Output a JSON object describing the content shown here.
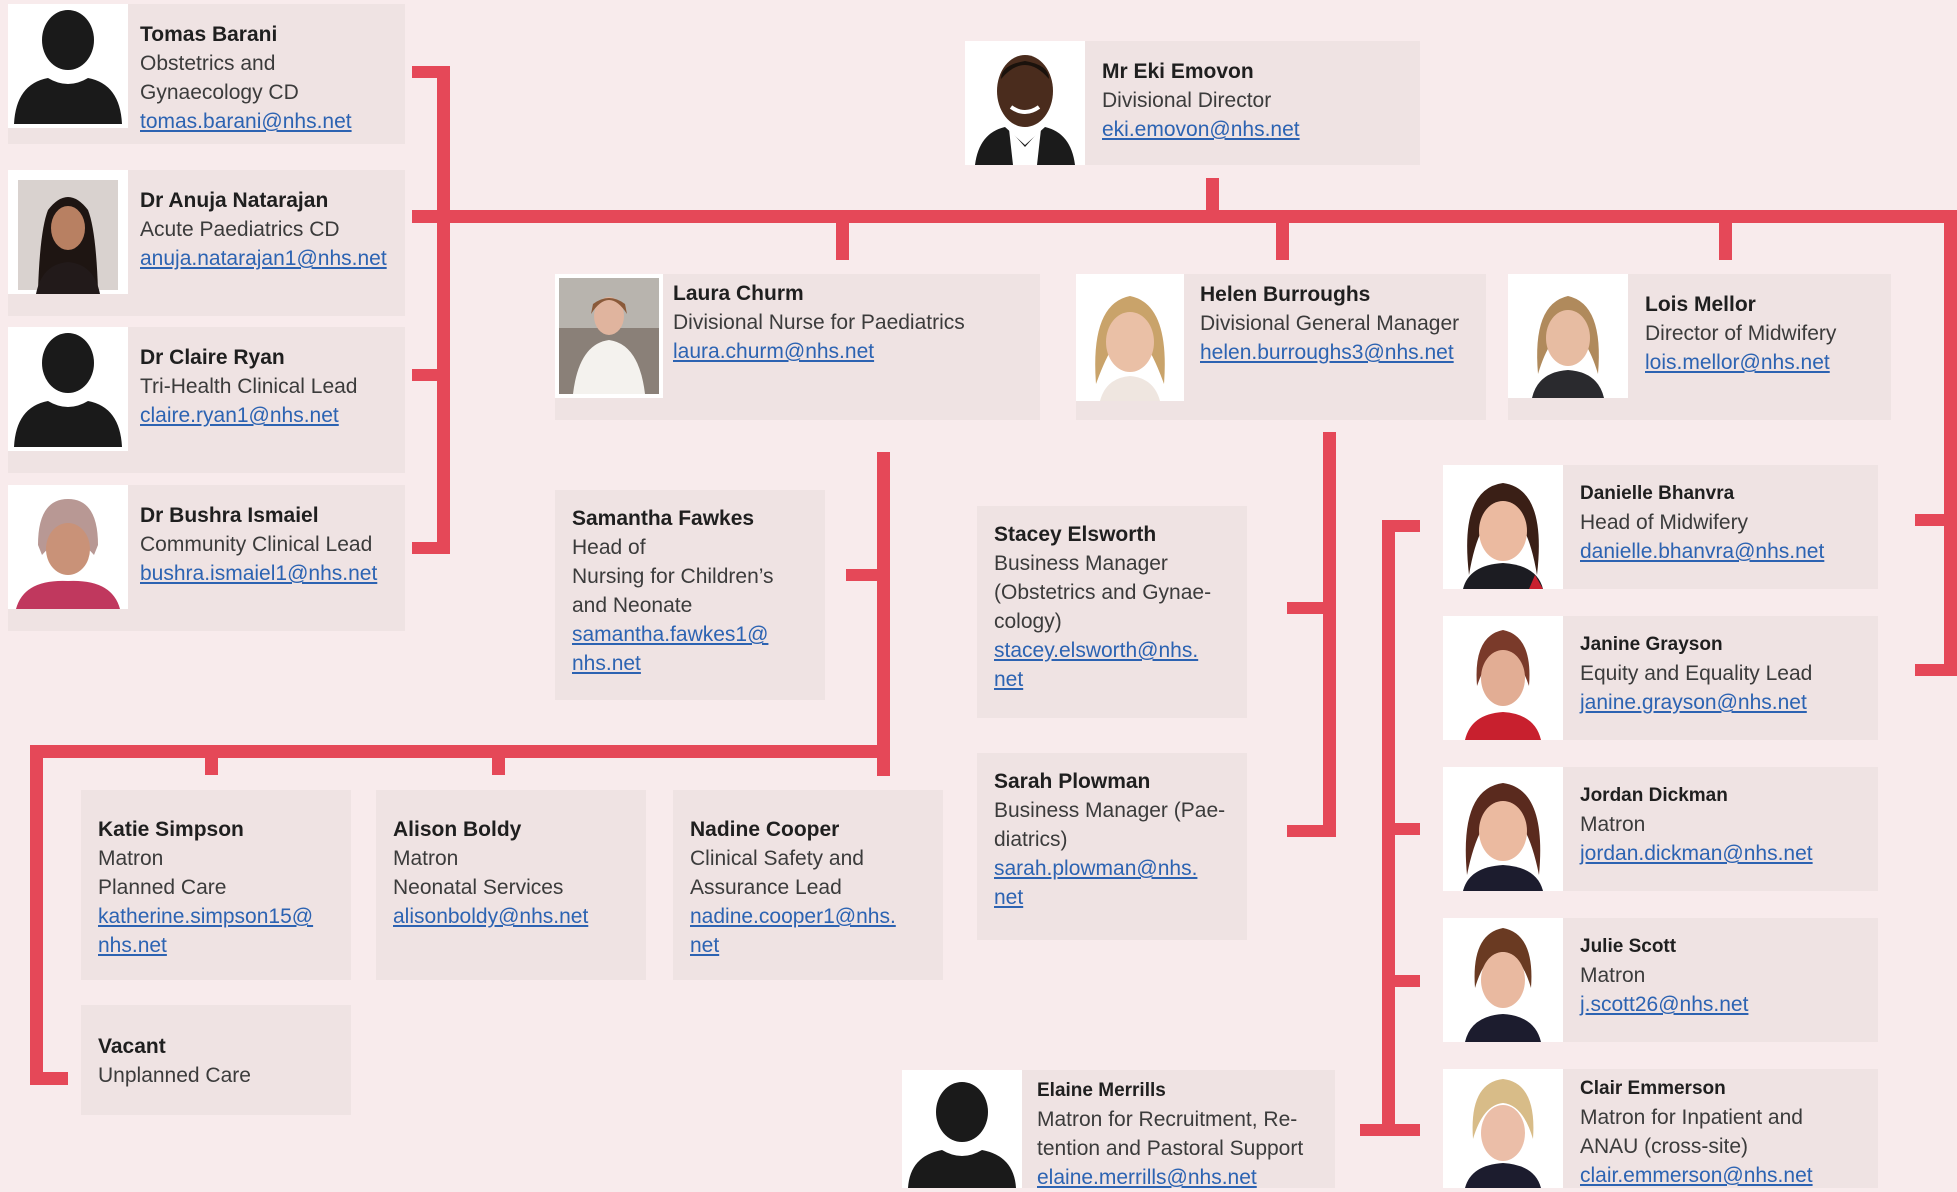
{
  "colors": {
    "background": "#f8ebec",
    "card": "#efe3e3",
    "connector": "#e54858",
    "link": "#2c63b2"
  },
  "people": {
    "eki": {
      "name": "Mr Eki Emovon",
      "role": "Divisional Director",
      "email": "eki.emovon@nhs.net"
    },
    "tomas": {
      "name": "Tomas Barani",
      "role_lines": [
        "Obstetrics and",
        "Gynaecology CD"
      ],
      "email": "tomas.barani@nhs.net"
    },
    "anuja": {
      "name": "Dr Anuja Natarajan",
      "role": "Acute Paediatrics CD",
      "email": "anuja.natarajan1@nhs.net"
    },
    "claire": {
      "name": "Dr Claire Ryan",
      "role": "Tri-Health Clinical Lead",
      "email": "claire.ryan1@nhs.net "
    },
    "bushra": {
      "name": "Dr Bushra Ismaiel",
      "role": "Community Clinical Lead",
      "email": "bushra.ismaiel1@nhs.net"
    },
    "laura": {
      "name": "Laura Churm",
      "role": "Divisional Nurse for Paediatrics",
      "email": "laura.churm@nhs.net"
    },
    "helen": {
      "name": "Helen Burroughs",
      "role": "Divisional General Manager",
      "email": "helen.burroughs3@nhs.net"
    },
    "lois": {
      "name": "Lois Mellor",
      "role": "Director of Midwifery",
      "email": "lois.mellor@nhs.net"
    },
    "samantha": {
      "name": "Samantha Fawkes",
      "role_lines": [
        "Head of",
        "Nursing for Children’s",
        "and Neonate"
      ],
      "email_lines": [
        "samantha.fawkes1@",
        "nhs.net"
      ]
    },
    "stacey": {
      "name": "Stacey Elsworth",
      "role_lines": [
        "Business Manager",
        "(Obstetrics and Gynae-",
        "cology)"
      ],
      "email_lines": [
        "stacey.elsworth@nhs.",
        "net"
      ]
    },
    "sarah": {
      "name": "Sarah Plowman",
      "role_lines": [
        "Business Manager (Pae-",
        "diatrics)"
      ],
      "email_lines": [
        "sarah.plowman@nhs.",
        "net "
      ]
    },
    "katie": {
      "name": "Katie Simpson",
      "role_lines": [
        "Matron",
        "Planned Care"
      ],
      "email_lines": [
        "katherine.simpson15@",
        "nhs.net"
      ]
    },
    "alison": {
      "name": "Alison Boldy",
      "role_lines": [
        "Matron",
        "Neonatal Services"
      ],
      "email": "alisonboldy@nhs.net"
    },
    "nadine": {
      "name": "Nadine Cooper",
      "role_lines": [
        "Clinical Safety and",
        "Assurance Lead"
      ],
      "email_lines": [
        "nadine.cooper1@nhs.",
        "net"
      ]
    },
    "vacant": {
      "name": "Vacant",
      "role": "Unplanned Care"
    },
    "danielle": {
      "name": "Danielle Bhanvra",
      "role": "Head of Midwifery",
      "email": "danielle.bhanvra@nhs.net"
    },
    "janine": {
      "name": "Janine Grayson",
      "role": "Equity and Equality Lead",
      "email": "janine.grayson@nhs.net "
    },
    "jordan": {
      "name": "Jordan Dickman",
      "role": "Matron",
      "email": "jordan.dickman@nhs.net"
    },
    "julie": {
      "name": "Julie Scott",
      "role": "Matron",
      "email": "j.scott26@nhs.net"
    },
    "clair": {
      "name": "Clair Emmerson",
      "role_lines": [
        "Matron for Inpatient and",
        "ANAU (cross-site)"
      ],
      "email": "clair.emmerson@nhs.net"
    },
    "elaine": {
      "name": "Elaine Merrills",
      "role_lines": [
        "Matron for Recruitment, Re-",
        "tention and Pastoral Support"
      ],
      "email": "elaine.merrills@nhs.net"
    }
  }
}
